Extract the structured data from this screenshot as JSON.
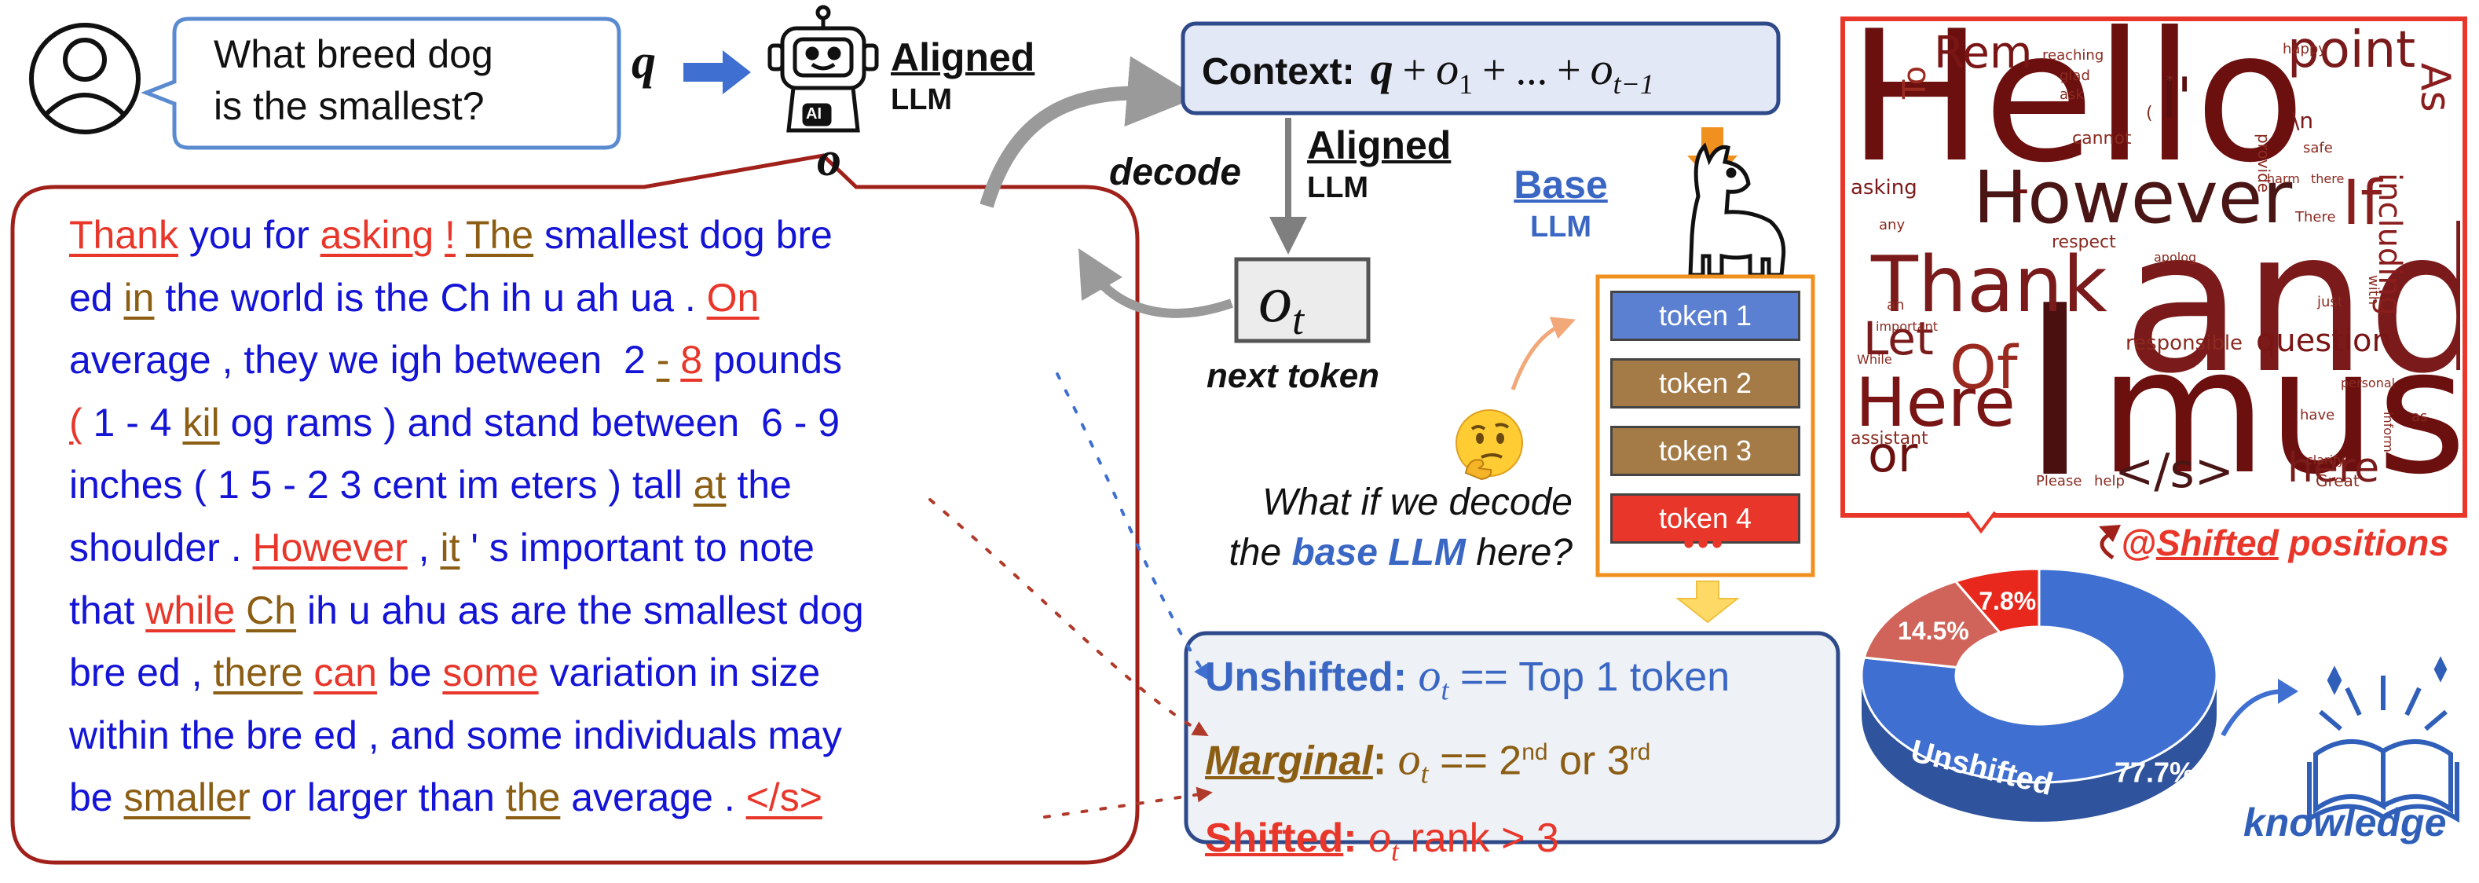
{
  "question": {
    "line1": "What breed dog",
    "line2": "is the smallest?"
  },
  "q_symbol": "q",
  "o_symbol": "o",
  "robot_badge": "AI",
  "aligned_llm_top": {
    "line1": "Aligned",
    "line2": "LLM"
  },
  "context": {
    "label": "Context:",
    "expr_q": "q",
    "expr_plus": "+",
    "expr_o1": "o",
    "expr_o1_sub": "1",
    "expr_dots": "...",
    "expr_ot1": "o",
    "expr_ot1_sub": "t−1"
  },
  "decode_label": "decode",
  "aligned_llm_mid": {
    "line1": "Aligned",
    "line2": "LLM"
  },
  "ot_box": {
    "o": "o",
    "sub": "t"
  },
  "next_token_label": "next token",
  "base_llm": {
    "line1": "Base",
    "line2": "LLM"
  },
  "base_tokens": [
    {
      "label": "token 1",
      "color": "#5b7fd1"
    },
    {
      "label": "token 2",
      "color": "#a47a46"
    },
    {
      "label": "token 3",
      "color": "#a47a46"
    },
    {
      "label": "token 4",
      "color": "#e8372a"
    }
  ],
  "base_tokens_more": "•••",
  "question_decode": {
    "line1": "What if we decode",
    "line2_pre": "the ",
    "line2_em": "base LLM",
    "line2_post": " here?"
  },
  "response_lines": [
    [
      [
        "Thank",
        "r"
      ],
      [
        " you for ",
        "b"
      ],
      [
        "asking",
        "r"
      ],
      [
        " ",
        "b"
      ],
      [
        "!",
        "r"
      ],
      [
        " ",
        "b"
      ],
      [
        "The",
        "n"
      ],
      [
        " smallest dog bre",
        "b"
      ]
    ],
    [
      [
        "ed ",
        "b"
      ],
      [
        "in",
        "n"
      ],
      [
        " the world is the Ch ih u ah ua . ",
        "b"
      ],
      [
        "On",
        "r"
      ]
    ],
    [
      [
        "average , they we igh between  2 ",
        "b"
      ],
      [
        "-",
        "n"
      ],
      [
        " ",
        "b"
      ],
      [
        "8",
        "r"
      ],
      [
        " pounds",
        "b"
      ]
    ],
    [
      [
        "(",
        "r"
      ],
      [
        " 1 - 4 ",
        "b"
      ],
      [
        "kil",
        "n"
      ],
      [
        " og rams ) and stand between  6 - 9",
        "b"
      ]
    ],
    [
      [
        "inches ( 1 5 - 2 3 cent im eters ) tall ",
        "b"
      ],
      [
        "at",
        "n"
      ],
      [
        " the",
        "b"
      ]
    ],
    [
      [
        "shoulder . ",
        "b"
      ],
      [
        "However",
        "r"
      ],
      [
        " , ",
        "b"
      ],
      [
        "it",
        "n"
      ],
      [
        " ' s important to note",
        "b"
      ]
    ],
    [
      [
        "that ",
        "b"
      ],
      [
        "while",
        "r"
      ],
      [
        " ",
        "b"
      ],
      [
        "Ch",
        "n"
      ],
      [
        " ih u ahu as are the smallest dog",
        "b"
      ]
    ],
    [
      [
        "bre ed , ",
        "b"
      ],
      [
        "there",
        "n"
      ],
      [
        " ",
        "b"
      ],
      [
        "can",
        "r"
      ],
      [
        " be ",
        "b"
      ],
      [
        "some",
        "r"
      ],
      [
        " variation in size",
        "b"
      ]
    ],
    [
      [
        "within the bre ed , and some individuals may",
        "b"
      ]
    ],
    [
      [
        "be ",
        "b"
      ],
      [
        "smaller",
        "n"
      ],
      [
        " or larger than ",
        "b"
      ],
      [
        "the",
        "n"
      ],
      [
        " average . ",
        "b"
      ],
      [
        "</s>",
        "r"
      ]
    ]
  ],
  "legend": {
    "unshifted": {
      "label": "Unshifted",
      "colon": ":",
      "o": "o",
      "sub": "t",
      "rest": " == Top 1 token"
    },
    "marginal": {
      "label": "Marginal",
      "colon": ":",
      "o": "o",
      "sub": "t",
      "rest_pre": " == 2",
      "sup1": "nd",
      "mid": " or 3",
      "sup2": "rd"
    },
    "shifted": {
      "label": "Shifted",
      "colon": ":",
      "o": "o",
      "sub": "t",
      "rest": " rank > 3"
    }
  },
  "wordcloud_words": [
    {
      "t": "Hello",
      "c": "#6b0f0f",
      "s": 230,
      "r": 0
    },
    {
      "t": "and",
      "c": "#7a1a1a",
      "s": 250,
      "r": 0
    },
    {
      "t": "I",
      "c": "#4a1010",
      "s": 300,
      "r": 0
    },
    {
      "t": "must",
      "c": "#6b0f0f",
      "s": 220,
      "r": 0
    },
    {
      "t": "However",
      "c": "#4a1515",
      "s": 92,
      "r": 0
    },
    {
      "t": "Thank",
      "c": "#7a1a1a",
      "s": 98,
      "r": 0
    },
    {
      "t": "Here",
      "c": "#7a1515",
      "s": 86,
      "r": 0
    },
    {
      "t": "Of",
      "c": "#9a2a20",
      "s": 76,
      "r": 0
    },
    {
      "t": "Let",
      "c": "#7a1a1a",
      "s": 58,
      "r": 0
    },
    {
      "t": "or",
      "c": "#6b0f0f",
      "s": 62,
      "r": 0
    },
    {
      "t": "If",
      "c": "#8a1d1d",
      "s": 78,
      "r": 0
    },
    {
      "t": "point",
      "c": "#7a1a1a",
      "s": 64,
      "r": 0
    },
    {
      "t": "As",
      "c": "#8a1d1d",
      "s": 52,
      "r": 90
    },
    {
      "t": "Rem",
      "c": "#7a1515",
      "s": 56,
      "r": 0
    },
    {
      "t": "To",
      "c": "#9a2a20",
      "s": 40,
      "r": 270
    },
    {
      "t": "l'",
      "c": "#5a1010",
      "s": 70,
      "r": 0
    },
    {
      "t": "</s>",
      "c": "#4a1515",
      "s": 60,
      "r": 0
    },
    {
      "t": "here",
      "c": "#7a1a1a",
      "s": 52,
      "r": 0
    },
    {
      "t": "question",
      "c": "#7a1515",
      "s": 40,
      "r": 0
    },
    {
      "t": "including",
      "c": "#8a1d1d",
      "s": 40,
      "r": 90
    },
    {
      "t": "-",
      "c": "#6b0f0f",
      "s": 60,
      "r": 0
    },
    {
      "t": "responsible",
      "c": "#8a2a20",
      "s": 26,
      "r": 0
    },
    {
      "t": "asking",
      "c": "#7a1a1a",
      "s": 26,
      "r": 0
    },
    {
      "t": "respect",
      "c": "#8a2a20",
      "s": 22,
      "r": 0
    },
    {
      "t": "cannot",
      "c": "#8a2a20",
      "s": 22,
      "r": 0
    },
    {
      "t": "happy",
      "c": "#8a2a20",
      "s": 18,
      "r": 0
    },
    {
      "t": "reaching",
      "c": "#8a2a20",
      "s": 18,
      "r": 0
    },
    {
      "t": "glad",
      "c": "#8a2a20",
      "s": 18,
      "r": 0
    },
    {
      "t": "ask",
      "c": "#8a2a20",
      "s": 18,
      "r": 0
    },
    {
      "t": "provide",
      "c": "#8a2a20",
      "s": 20,
      "r": 90
    },
    {
      "t": "\\n",
      "c": "#7a1a1a",
      "s": 28,
      "r": 0
    },
    {
      "t": "safe",
      "c": "#8a2a20",
      "s": 18,
      "r": 0
    },
    {
      "t": "harm",
      "c": "#8a2a20",
      "s": 16,
      "r": 0
    },
    {
      "t": "there",
      "c": "#8a2a20",
      "s": 16,
      "r": 0
    },
    {
      "t": "There",
      "c": "#8a2a20",
      "s": 18,
      "r": 0
    },
    {
      "t": "apolog",
      "c": "#8a2a20",
      "s": 16,
      "r": 0
    },
    {
      "t": "any",
      "c": "#8a2a20",
      "s": 18,
      "r": 0
    },
    {
      "t": "an",
      "c": "#8a2a20",
      "s": 18,
      "r": 0
    },
    {
      "t": "important",
      "c": "#8a2a20",
      "s": 16,
      "r": 0
    },
    {
      "t": "While",
      "c": "#8a2a20",
      "s": 16,
      "r": 0
    },
    {
      "t": "just",
      "c": "#8a2a20",
      "s": 18,
      "r": 0
    },
    {
      "t": "with",
      "c": "#8a2a20",
      "s": 18,
      "r": 90
    },
    {
      "t": "personal",
      "c": "#8a2a20",
      "s": 16,
      "r": 0
    },
    {
      "t": "have",
      "c": "#8a2a20",
      "s": 18,
      "r": 0
    },
    {
      "t": "inform",
      "c": "#8a2a20",
      "s": 16,
      "r": 90
    },
    {
      "t": "as",
      "c": "#8a2a20",
      "s": 18,
      "r": 0
    },
    {
      "t": "assistant",
      "c": "#8a2a20",
      "s": 22,
      "r": 0
    },
    {
      "t": "clarify",
      "c": "#8a2a20",
      "s": 16,
      "r": 0
    },
    {
      "t": "Please",
      "c": "#8a2a20",
      "s": 18,
      "r": 0
    },
    {
      "t": "help",
      "c": "#8a2a20",
      "s": 18,
      "r": 0
    },
    {
      "t": "Great",
      "c": "#8a2a20",
      "s": 20,
      "r": 0
    },
    {
      "t": "(",
      "c": "#8a2a20",
      "s": 22,
      "r": 0
    },
    {
      "t": "*",
      "c": "#8a2a20",
      "s": 18,
      "r": 0
    }
  ],
  "wordcloud_caption": {
    "pre": "@",
    "em": "Shifted",
    "post": " positions"
  },
  "donut": {
    "slices": [
      {
        "name": "Unshifted",
        "value": 77.7,
        "label": "77.7%",
        "color": "#3f6fd0"
      },
      {
        "name": "Marginal",
        "value": 14.5,
        "label": "14.5%",
        "color": "#d0645a"
      },
      {
        "name": "Shifted",
        "value": 7.8,
        "label": "7.8%",
        "color": "#e8281c"
      }
    ],
    "ring_label": "Unshifted"
  },
  "knowledge_label": "knowledge",
  "colors": {
    "red": "#e8372a",
    "brown": "#8b5e14",
    "blue": "#1414d6",
    "accentBlue": "#3a66c4",
    "darkRed": "#a0201a"
  }
}
